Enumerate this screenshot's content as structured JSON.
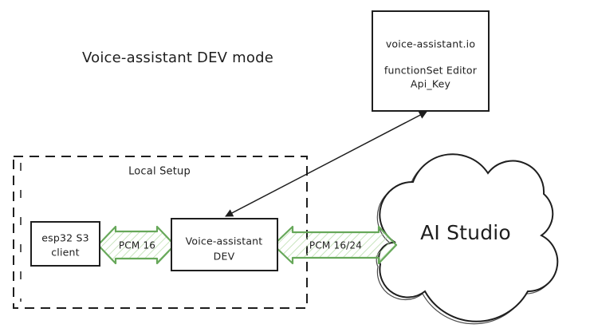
{
  "diagram": {
    "title": "Voice-assistant DEV mode",
    "remote_box": {
      "line1": "voice-assistant.io",
      "line2": "functionSet Editor",
      "line3": "Api_Key"
    },
    "local_setup": {
      "label": "Local Setup",
      "esp32_box": {
        "line1": "esp32 S3",
        "line2": "client"
      },
      "dev_box": {
        "line1": "Voice-assistant",
        "line2": "DEV"
      }
    },
    "links": {
      "esp32_dev": {
        "label": "PCM 16"
      },
      "dev_cloud": {
        "label": "PCM 16/24"
      }
    },
    "cloud": {
      "label": "AI Studio"
    },
    "colors": {
      "ink": "#1e1e1e",
      "arrow_green": "#67a85a",
      "arrow_hatch": "#b7dcaa",
      "background": "#ffffff"
    }
  }
}
